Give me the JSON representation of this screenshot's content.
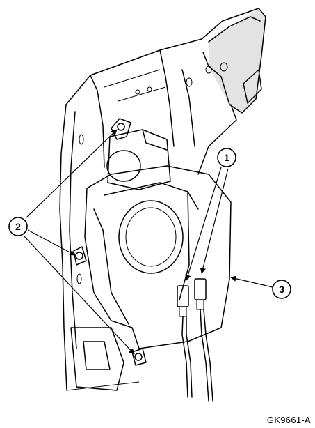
{
  "callouts": [
    {
      "id": "1",
      "label": "1"
    },
    {
      "id": "2",
      "label": "2"
    },
    {
      "id": "3",
      "label": "3"
    }
  ],
  "figure_id": "GK9661-A"
}
